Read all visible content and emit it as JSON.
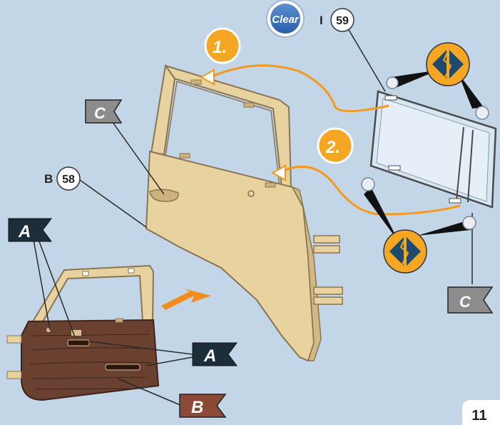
{
  "page_number": "11",
  "clear_badge": {
    "text": "Clear"
  },
  "part_59": {
    "prefix": "I",
    "number": "59"
  },
  "part_58": {
    "prefix": "B",
    "number": "58"
  },
  "steps": [
    "2.",
    "1."
  ],
  "flags": {
    "c_top": "C",
    "c_right": "C",
    "a_top": "A",
    "a_right": "A",
    "b_bottom": "B"
  },
  "colors": {
    "background": "#c3d6e8",
    "door_tan": "#e8d2a0",
    "door_outline": "#8a7452",
    "panel_brown": "#6a4030",
    "guide_orange": "#f39a1e",
    "step_badge": "#f5a623",
    "flag_dark": "#1c2e3a",
    "flag_grey": "#8c8c8c",
    "flag_brown": "#8a4a36",
    "arrow_orange": "#f28c1c"
  },
  "icons": [
    "clear-badge-icon",
    "glue-clamp-icon",
    "orange-direction-arrow-icon"
  ]
}
